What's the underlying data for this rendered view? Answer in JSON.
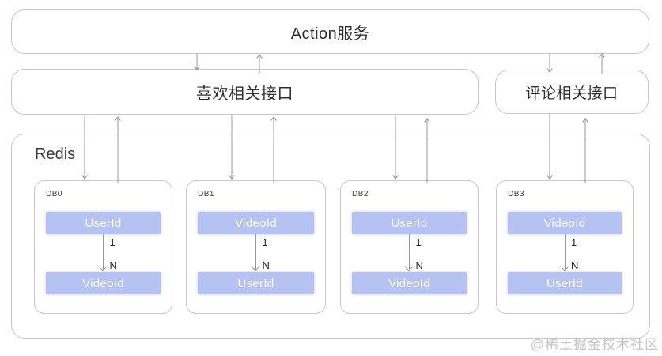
{
  "diagram": {
    "action_service": {
      "label": "Action服务"
    },
    "like_interface": {
      "label": "喜欢相关接口"
    },
    "comment_interface": {
      "label": "评论相关接口"
    },
    "redis": {
      "label": "Redis",
      "dbs": [
        {
          "name": "DB0",
          "top_key": "UserId",
          "bottom_key": "VideoId",
          "cardinality_one": "1",
          "cardinality_many": "N"
        },
        {
          "name": "DB1",
          "top_key": "VideoId",
          "bottom_key": "UserId",
          "cardinality_one": "1",
          "cardinality_many": "N"
        },
        {
          "name": "DB2",
          "top_key": "UserId",
          "bottom_key": "VideoId",
          "cardinality_one": "1",
          "cardinality_many": "N"
        },
        {
          "name": "DB3",
          "top_key": "VideoId",
          "bottom_key": "UserId",
          "cardinality_one": "1",
          "cardinality_many": "N"
        }
      ]
    },
    "watermark": "@稀土掘金技术社区",
    "colors": {
      "key_box_fill": "#b6c2f1",
      "key_box_text": "#ffffff",
      "box_border": "#c6c6c6",
      "arrow_line": "#9a9a9a",
      "label_text": "#2e2e2e",
      "watermark_text": "#c5c5c5",
      "background": "#ffffff"
    }
  }
}
